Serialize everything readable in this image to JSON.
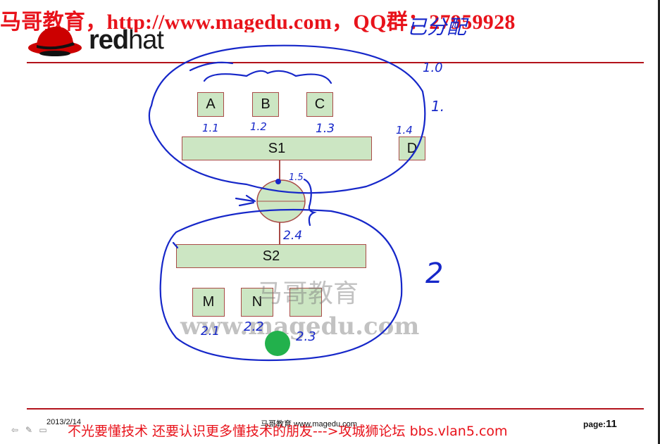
{
  "header": {
    "watermark": "马哥教育，http://www.magedu.com，QQ群：27959928",
    "logo": {
      "text_bold": "red",
      "text_light": "hat",
      "icon": "shadowman-logo-icon"
    }
  },
  "diagram": {
    "nodes": {
      "a": "A",
      "b": "B",
      "c": "C",
      "d": "D",
      "s1": "S1",
      "s2": "S2",
      "m": "M",
      "n": "N",
      "blank": ""
    },
    "colors": {
      "box_fill": "#cce6c3",
      "box_border": "#a94b47",
      "ink": "#1627c9",
      "pointer": "#22b14c"
    }
  },
  "annotations": {
    "top_right": "已分配",
    "ip_1_0": "1.0",
    "ip_1": "1.",
    "ip_1_1": "1.1",
    "ip_1_2": "1.2",
    "ip_1_3": "1.3",
    "ip_1_4": "1.4",
    "ip_1_5": "1.5",
    "ip_2_4": "2.4",
    "ip_2_1": "2.1",
    "ip_2_2": "2.2",
    "ip_2_3": "2.3",
    "label_2": "2"
  },
  "watermark_center": {
    "cn": "马哥教育",
    "url": "www.magedu.com"
  },
  "footer": {
    "date": "2013/2/14",
    "center": "马哥教育 www.magedu.com",
    "page_label": "page:",
    "page_number": "11",
    "ad": "不光要懂技术 还要认识更多懂技术的朋友--->攻城狮论坛 bbs.vlan5.com"
  }
}
